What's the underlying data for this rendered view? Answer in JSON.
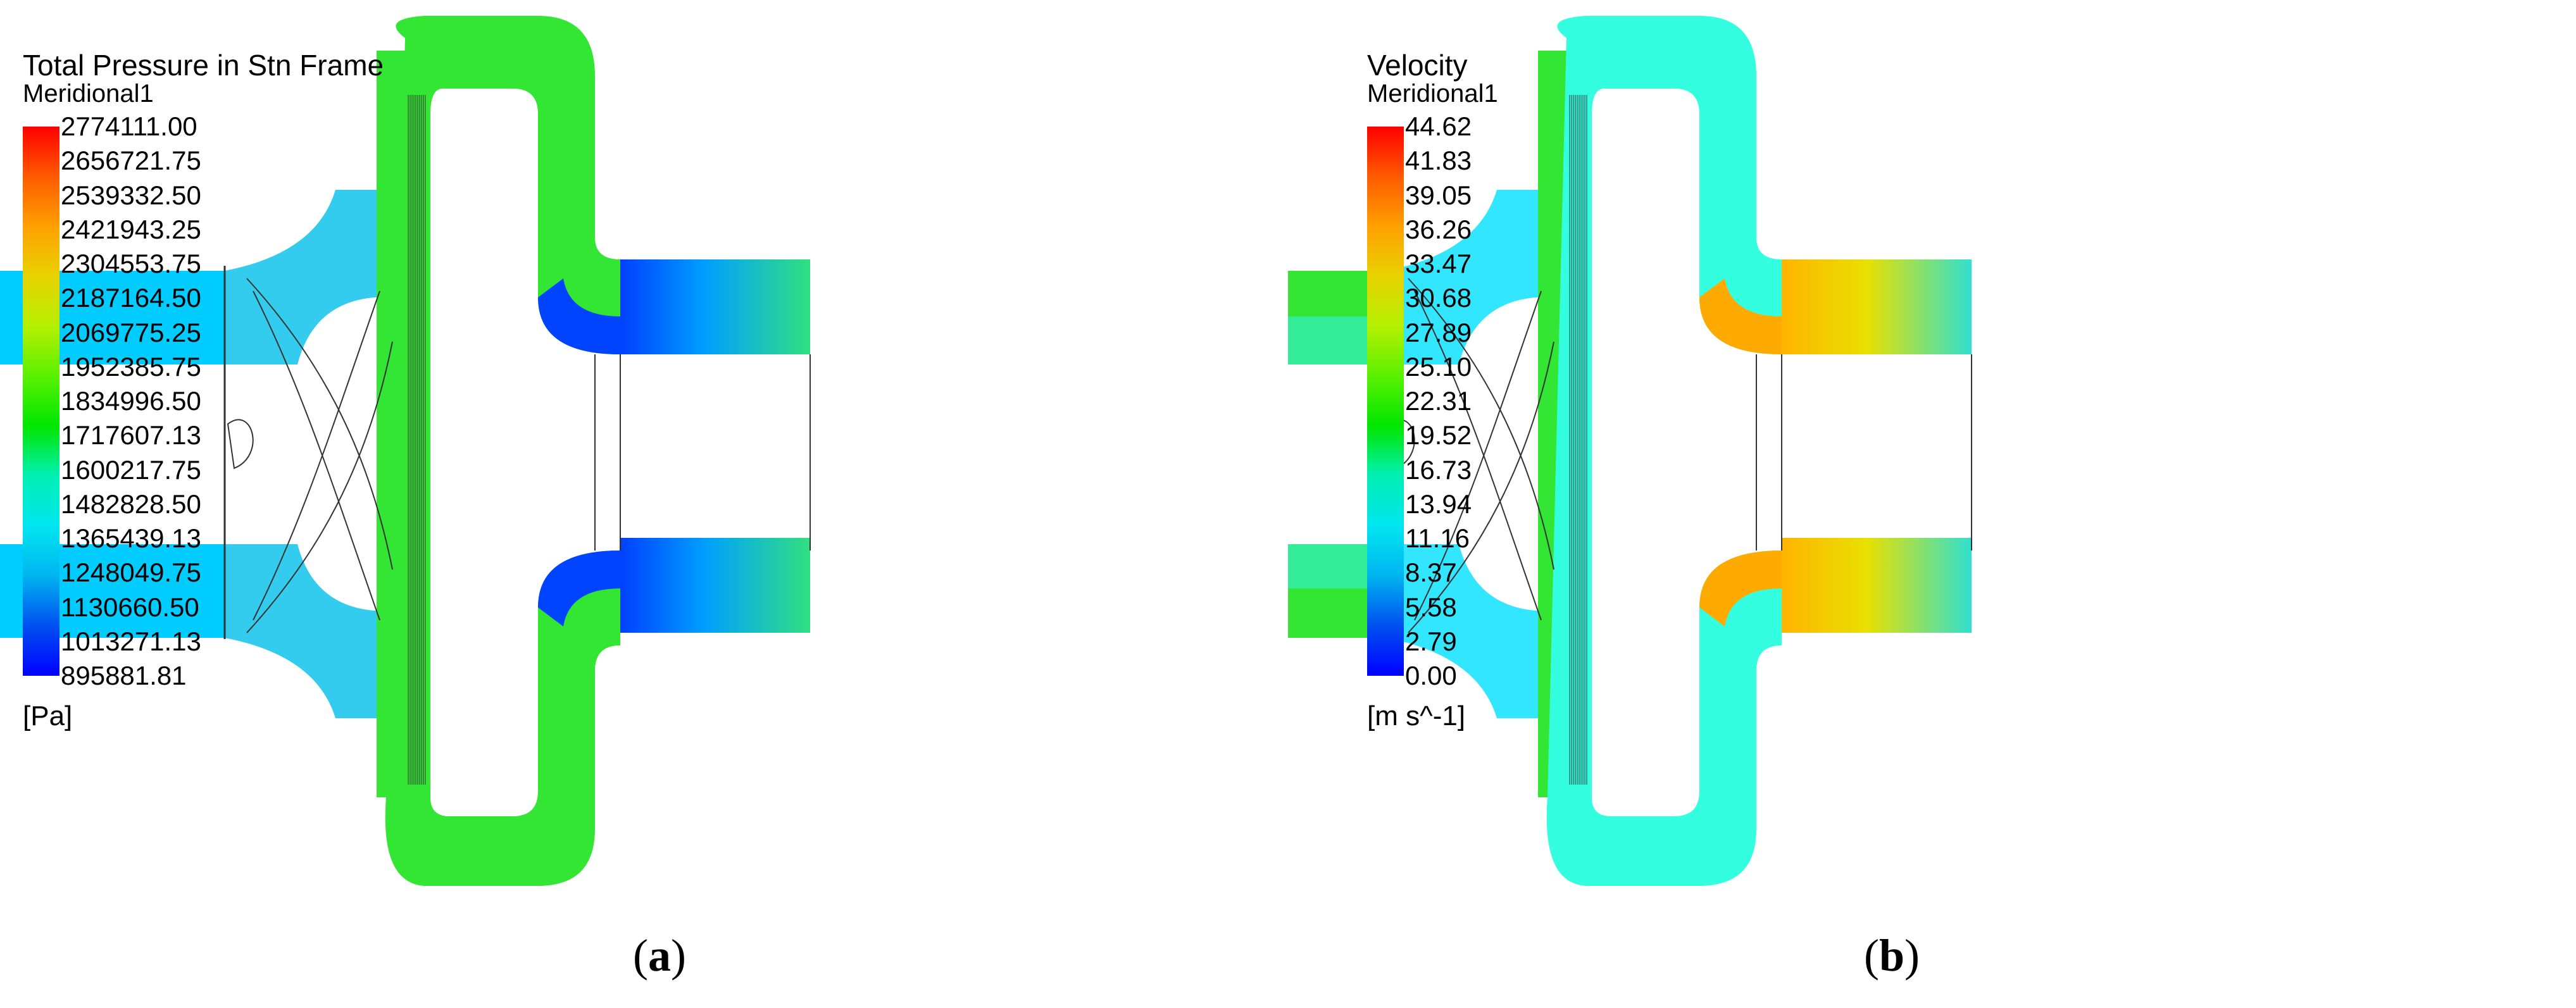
{
  "panels": [
    {
      "title": "Total Pressure in Stn Frame",
      "subtitle": "Meridional1",
      "unit": "[Pa]",
      "ticks": [
        "2774111.00",
        "2656721.75",
        "2539332.50",
        "2421943.25",
        "2304553.75",
        "2187164.50",
        "2069775.25",
        "1952385.75",
        "1834996.50",
        "1717607.13",
        "1600217.75",
        "1482828.50",
        "1365439.13",
        "1248049.75",
        "1130660.50",
        "1013271.13",
        "895881.81"
      ],
      "caption_open": "(",
      "caption_letter": "a",
      "caption_close": ")"
    },
    {
      "title": "Velocity",
      "subtitle": "Meridional1",
      "unit": "[m s^-1]",
      "ticks": [
        "44.62",
        "41.83",
        "39.05",
        "36.26",
        "33.47",
        "30.68",
        "27.89",
        "25.10",
        "22.31",
        "19.52",
        "16.73",
        "13.94",
        "11.16",
        "8.37",
        "5.58",
        "2.79",
        "0.00"
      ],
      "caption_open": "(",
      "caption_letter": "b",
      "caption_close": ")"
    }
  ],
  "colormap": [
    "#ff0000",
    "#ff5a00",
    "#ffa000",
    "#e8d200",
    "#b4f000",
    "#5af000",
    "#00e600",
    "#00f0b4",
    "#00e6f0",
    "#00b4f0",
    "#0050f0",
    "#0000ff"
  ],
  "field_colors": {
    "pressure_pipe": "#00ccff",
    "pressure_body": "#33e633",
    "pressure_low": "#0044ff",
    "velocity_pipe": "#33e633",
    "velocity_body": "#33ffe0",
    "velocity_high": "#ffaa00",
    "outline": "#333333"
  }
}
